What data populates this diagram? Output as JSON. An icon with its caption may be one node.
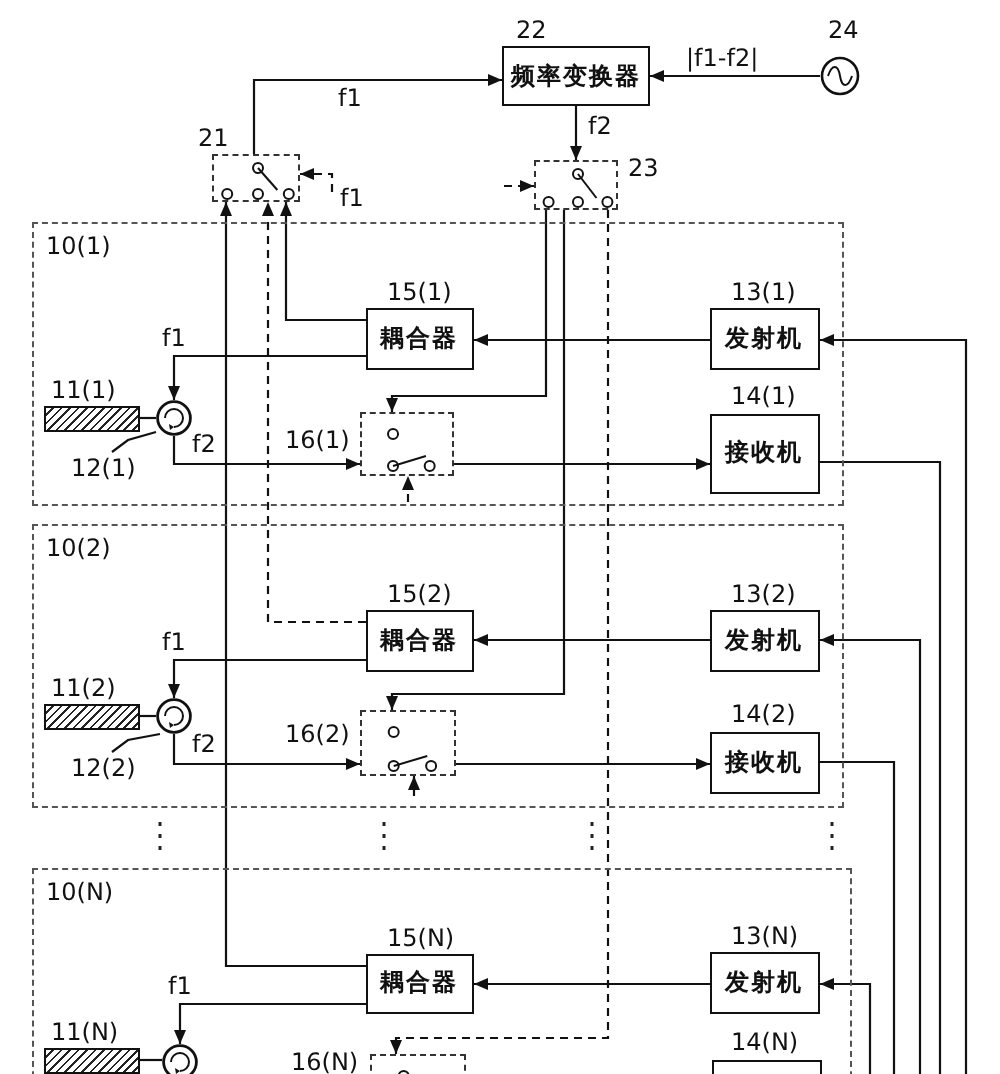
{
  "diagram": {
    "nodes": [
      {
        "text": [
          "频率变换器"
        ],
        "beside": [
          "22"
        ]
      },
      {
        "text": [],
        "shape": "circle",
        "beside": [
          "24"
        ]
      },
      {
        "text": [],
        "shape": "box",
        "beside": [
          "21"
        ]
      },
      {
        "text": [],
        "shape": "box",
        "beside": [
          "23"
        ]
      },
      {
        "text": [
          "10(1)"
        ]
      },
      {
        "text": [
          "耦合器"
        ],
        "in": 4,
        "beside": [
          "15(1)"
        ]
      },
      {
        "text": [
          "发射机"
        ],
        "in": 4,
        "beside": [
          "13(1)"
        ]
      },
      {
        "text": [],
        "shape": "bar",
        "in": 4,
        "beside": [
          "11(1)"
        ]
      },
      {
        "text": [],
        "shape": "circle",
        "in": 4
      },
      {
        "text": [],
        "shape": "box",
        "in": 4,
        "beside": [
          "16(1)"
        ]
      },
      {
        "text": [
          "接收机"
        ],
        "in": 4,
        "beside": [
          "14(1)"
        ]
      },
      {
        "text": [
          "10(2)"
        ]
      },
      {
        "text": [
          "耦合器"
        ],
        "in": 11,
        "beside": [
          "15(2)"
        ]
      },
      {
        "text": [
          "发射机"
        ],
        "in": 11,
        "beside": [
          "13(2)"
        ]
      },
      {
        "text": [],
        "shape": "bar",
        "in": 11,
        "beside": [
          "11(2)"
        ]
      },
      {
        "text": [],
        "shape": "circle",
        "in": 11
      },
      {
        "text": [],
        "shape": "box",
        "in": 11,
        "beside": [
          "16(2)"
        ]
      },
      {
        "text": [
          "接收机"
        ],
        "in": 11,
        "beside": [
          "14(2)"
        ]
      },
      {
        "text": [
          "10(N)"
        ]
      },
      {
        "text": [
          "耦合器"
        ],
        "in": 18,
        "beside": [
          "15(N)"
        ]
      },
      {
        "text": [
          "发射机"
        ],
        "in": 18,
        "beside": [
          "13(N)"
        ]
      },
      {
        "text": [],
        "shape": "bar",
        "in": 18,
        "beside": [
          "11(N)"
        ]
      },
      {
        "text": [],
        "shape": "circle",
        "in": 18
      },
      {
        "text": [],
        "shape": "box",
        "in": 18,
        "beside": [
          "16(N)"
        ]
      },
      {
        "text": [],
        "shape": "box",
        "in": 18,
        "beside": [
          "14(N)"
        ]
      },
      {
        "text": [
          "12(1)"
        ],
        "in": 4
      },
      {
        "text": [
          "12(2)"
        ],
        "in": 11
      }
    ],
    "edges": [
      {
        "from": 1,
        "to": 0,
        "arrow": "to",
        "label": "|f1-f2|"
      },
      {
        "from": 2,
        "to": 0,
        "arrow": "to",
        "label": "f1"
      },
      {
        "from": 0,
        "to": 3,
        "arrow": "to",
        "label": "f2"
      },
      {
        "from": null,
        "to": 2,
        "arrow": "to",
        "style": "dashed",
        "label": "f1"
      },
      {
        "from": null,
        "to": 3,
        "arrow": "to",
        "style": "dashed"
      },
      {
        "from": 5,
        "to": 2,
        "arrow": "to"
      },
      {
        "from": 12,
        "to": 2,
        "arrow": "to",
        "style": "dashed"
      },
      {
        "from": 19,
        "to": 2,
        "arrow": "to"
      },
      {
        "from": 6,
        "to": 5,
        "arrow": "to"
      },
      {
        "from": 5,
        "to": 8,
        "arrow": "to",
        "label": "f1"
      },
      {
        "from": 7,
        "to": 8,
        "arrow": "none"
      },
      {
        "from": 8,
        "to": 9,
        "arrow": "to",
        "label": "f2"
      },
      {
        "from": 9,
        "to": 10,
        "arrow": "to"
      },
      {
        "from": 3,
        "to": 9,
        "arrow": "to"
      },
      {
        "from": 3,
        "to": 16,
        "arrow": "to"
      },
      {
        "from": 3,
        "to": 23,
        "arrow": "to",
        "style": "dashed"
      },
      {
        "from": null,
        "to": 6,
        "arrow": "to"
      },
      {
        "from": 10,
        "to": null,
        "arrow": "none"
      },
      {
        "from": 13,
        "to": 12,
        "arrow": "to"
      },
      {
        "from": 12,
        "to": 15,
        "arrow": "to",
        "label": "f1"
      },
      {
        "from": 14,
        "to": 15,
        "arrow": "none"
      },
      {
        "from": 15,
        "to": 16,
        "arrow": "to",
        "label": "f2"
      },
      {
        "from": 16,
        "to": 17,
        "arrow": "to"
      },
      {
        "from": null,
        "to": 13,
        "arrow": "to"
      },
      {
        "from": 17,
        "to": null,
        "arrow": "none"
      },
      {
        "from": 20,
        "to": 19,
        "arrow": "to"
      },
      {
        "from": 19,
        "to": 22,
        "arrow": "to",
        "label": "f1"
      },
      {
        "from": 21,
        "to": 22,
        "arrow": "none"
      },
      {
        "from": null,
        "to": 20,
        "arrow": "to"
      },
      {
        "from": null,
        "to": 9,
        "arrow": "to",
        "style": "dashed"
      },
      {
        "from": null,
        "to": 16,
        "arrow": "to",
        "style": "dashed"
      },
      {
        "from": 25,
        "to": 8,
        "arrow": "none"
      },
      {
        "from": 26,
        "to": 15,
        "arrow": "none"
      }
    ]
  }
}
